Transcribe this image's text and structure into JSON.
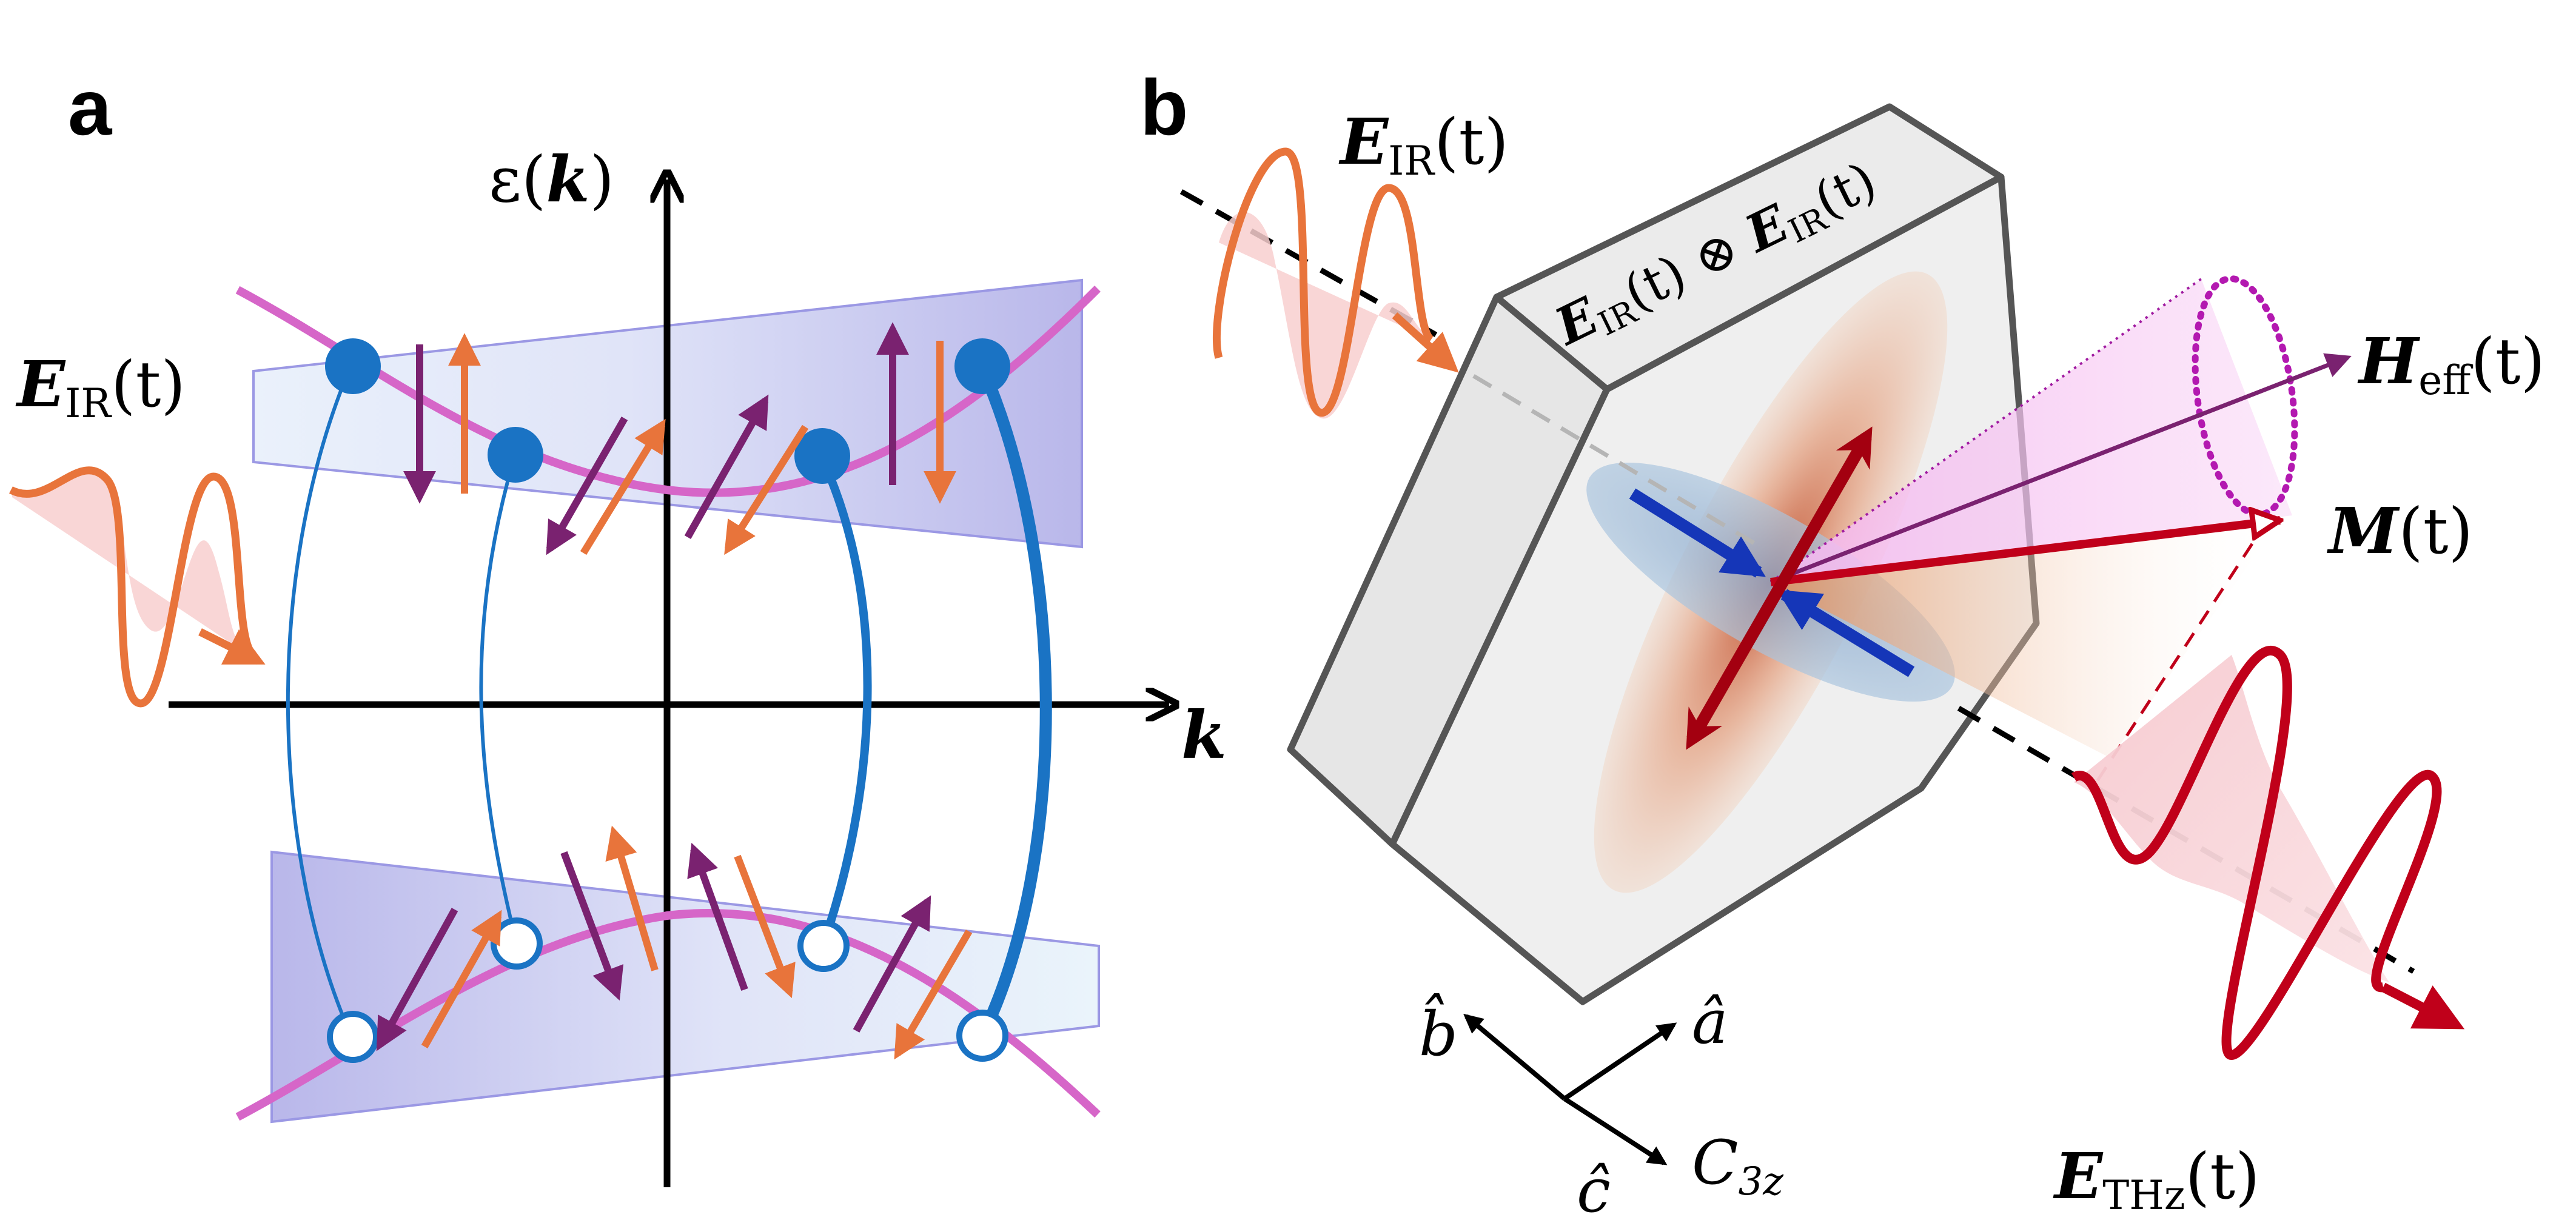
{
  "panel_a": {
    "label": "a",
    "axis_y_label": {
      "main": "ε(",
      "bold": "k",
      "close": ")"
    },
    "axis_x_label": "k",
    "field_label": {
      "main": "E",
      "sub": "IR",
      "arg": "(t)"
    }
  },
  "panel_b": {
    "label": "b",
    "incoming_field_label": {
      "main": "E",
      "sub": "IR",
      "arg": "(t)"
    },
    "crystal_top_label": {
      "part1_main": "E",
      "part1_sub": "IR",
      "part1_arg": "(t) ⊗ ",
      "part2_main": "E",
      "part2_sub": "IR",
      "part2_arg": "(t)"
    },
    "heff_label": {
      "main": "H",
      "sub": "eff",
      "arg": "(t)"
    },
    "magnetization_label": {
      "main": "M",
      "arg": "(t)"
    },
    "emitted_field_label": {
      "main": "E",
      "sub": "THz",
      "arg": "(t)"
    },
    "axes": {
      "a": "â",
      "b": "b̂",
      "c": "ĉ",
      "c3z_main": "C",
      "c3z_sub": "3z"
    }
  },
  "colors": {
    "orange": "#e8743b",
    "purple": "#7a2270",
    "blue": "#1a73c4",
    "magenta": "#d666c8",
    "band": "#b9b9ec",
    "darkred": "#c0001a"
  }
}
